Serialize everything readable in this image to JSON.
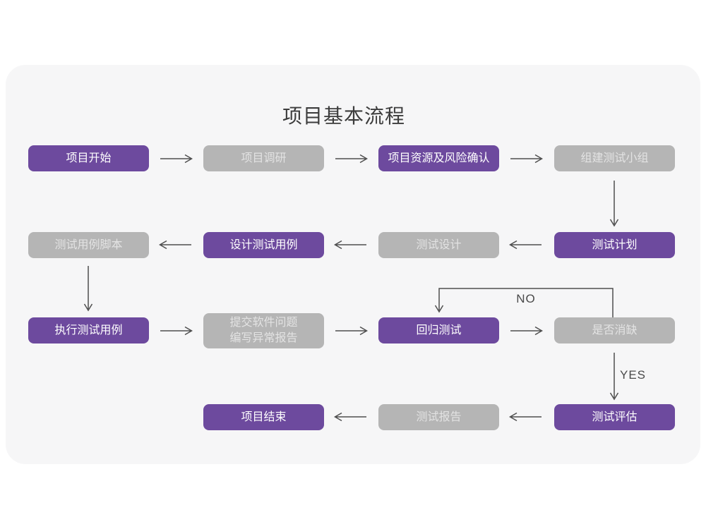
{
  "title": "项目基本流程",
  "colors": {
    "purple": "#6d4a9e",
    "gray": "#b5b5b5",
    "panel": "#f6f6f7",
    "arrow": "#4f4f4f"
  },
  "edge_labels": {
    "no": "NO",
    "yes": "YES"
  },
  "nodes": {
    "project_start": {
      "label": "项目开始",
      "style": "purple"
    },
    "project_research": {
      "label": "项目调研",
      "style": "gray"
    },
    "resource_risk_confirm": {
      "label": "项目资源及风险确认",
      "style": "purple"
    },
    "build_test_team": {
      "label": "组建测试小组",
      "style": "gray"
    },
    "test_case_script": {
      "label": "测试用例脚本",
      "style": "gray"
    },
    "design_test_case": {
      "label": "设计测试用例",
      "style": "purple"
    },
    "test_design": {
      "label": "测试设计",
      "style": "gray"
    },
    "test_plan": {
      "label": "测试计划",
      "style": "purple"
    },
    "execute_test_case": {
      "label": "执行测试用例",
      "style": "purple"
    },
    "submit_issue_report": {
      "label_line1": "提交软件问题",
      "label_line2": "编写异常报告",
      "style": "gray"
    },
    "regression_test": {
      "label": "回归测试",
      "style": "purple"
    },
    "defect_cleared": {
      "label": "是否消缺",
      "style": "gray"
    },
    "test_evaluation": {
      "label": "测试评估",
      "style": "purple"
    },
    "test_report": {
      "label": "测试报告",
      "style": "gray"
    },
    "project_end": {
      "label": "项目结束",
      "style": "purple"
    }
  },
  "edges": [
    {
      "from": "project_start",
      "to": "project_research",
      "label": ""
    },
    {
      "from": "project_research",
      "to": "resource_risk_confirm",
      "label": ""
    },
    {
      "from": "resource_risk_confirm",
      "to": "build_test_team",
      "label": ""
    },
    {
      "from": "build_test_team",
      "to": "test_plan",
      "label": ""
    },
    {
      "from": "test_plan",
      "to": "test_design",
      "label": ""
    },
    {
      "from": "test_design",
      "to": "design_test_case",
      "label": ""
    },
    {
      "from": "design_test_case",
      "to": "test_case_script",
      "label": ""
    },
    {
      "from": "test_case_script",
      "to": "execute_test_case",
      "label": ""
    },
    {
      "from": "execute_test_case",
      "to": "submit_issue_report",
      "label": ""
    },
    {
      "from": "submit_issue_report",
      "to": "regression_test",
      "label": ""
    },
    {
      "from": "regression_test",
      "to": "defect_cleared",
      "label": ""
    },
    {
      "from": "defect_cleared",
      "to": "regression_test",
      "label": "NO"
    },
    {
      "from": "defect_cleared",
      "to": "test_evaluation",
      "label": "YES"
    },
    {
      "from": "test_evaluation",
      "to": "test_report",
      "label": ""
    },
    {
      "from": "test_report",
      "to": "project_end",
      "label": ""
    }
  ]
}
